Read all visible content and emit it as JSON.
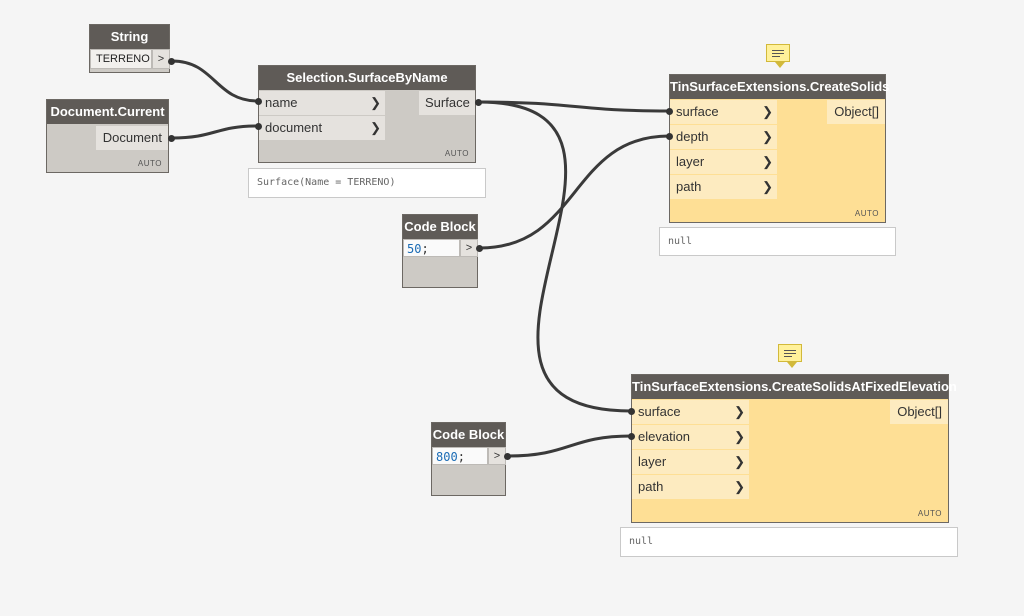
{
  "string_node": {
    "title": "String",
    "value": "TERRENO",
    "out_arrow": ">"
  },
  "document_node": {
    "title": "Document.Current",
    "output": "Document",
    "auto": "AUTO"
  },
  "selection_node": {
    "title": "Selection.SurfaceByName",
    "inputs": [
      "name",
      "document"
    ],
    "output": "Surface",
    "auto": "AUTO",
    "preview": "Surface(Name = TERRENO)"
  },
  "codeblock1": {
    "title": "Code Block",
    "code_value": "50",
    "code_suffix": ";",
    "out_arrow": ">"
  },
  "codeblock2": {
    "title": "Code Block",
    "code_value": "800",
    "code_suffix": ";",
    "out_arrow": ">"
  },
  "createsolids_node": {
    "title": "TinSurfaceExtensions.CreateSolids",
    "inputs": [
      "surface",
      "depth",
      "layer",
      "path"
    ],
    "output": "Object[]",
    "auto": "AUTO",
    "preview": "null"
  },
  "fixedelev_node": {
    "title": "TinSurfaceExtensions.CreateSolidsAtFixedElevation",
    "inputs": [
      "surface",
      "elevation",
      "layer",
      "path"
    ],
    "output": "Object[]",
    "auto": "AUTO",
    "preview": "null"
  },
  "colors": {
    "canvas": "#f5f5f5",
    "node_header": "#5f5b57",
    "node_body_gray": "#cdcac5",
    "node_body_yellow": "#fedf95",
    "wire": "#3a3a3a",
    "code_number": "#1a6bb5"
  },
  "icons": [
    "chevron-right-icon",
    "note-icon",
    "output-arrow-icon"
  ]
}
